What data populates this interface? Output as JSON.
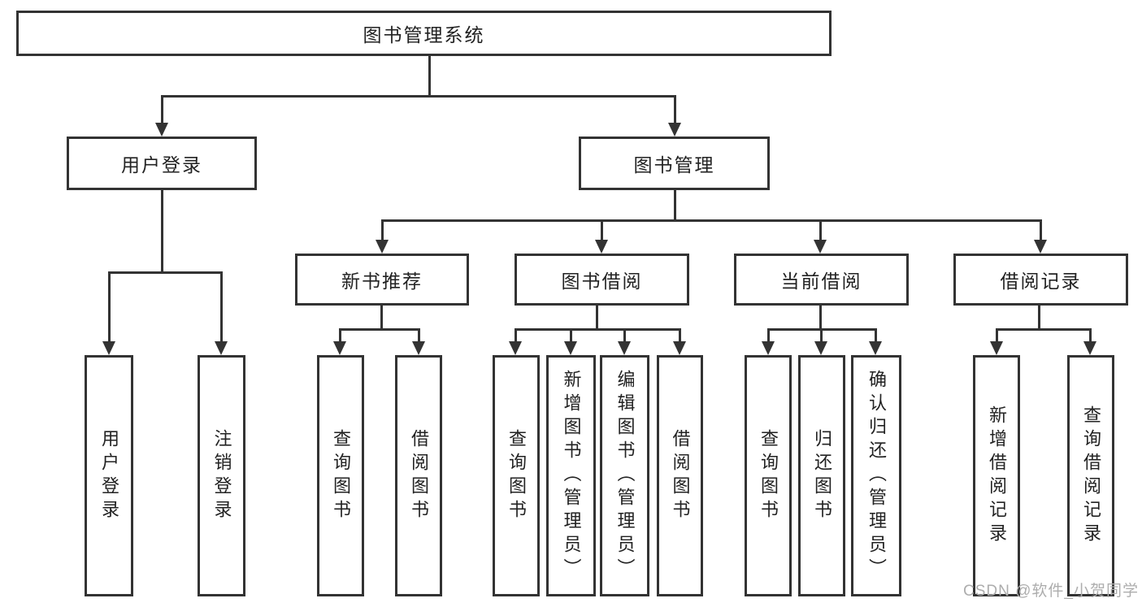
{
  "diagram": {
    "root": {
      "label": "图书管理系统"
    },
    "branches": [
      {
        "label": "用户登录",
        "children": [
          {
            "label": "用户登录"
          },
          {
            "label": "注销登录"
          }
        ]
      },
      {
        "label": "图书管理",
        "children": [
          {
            "label": "新书推荐",
            "children": [
              {
                "label": "查询图书"
              },
              {
                "label": "借阅图书"
              }
            ]
          },
          {
            "label": "图书借阅",
            "children": [
              {
                "label": "查询图书"
              },
              {
                "label": "新增图书（管理员）"
              },
              {
                "label": "编辑图书（管理员）"
              },
              {
                "label": "借阅图书"
              }
            ]
          },
          {
            "label": "当前借阅",
            "children": [
              {
                "label": "查询图书"
              },
              {
                "label": "归还图书"
              },
              {
                "label": "确认归还（管理员）"
              }
            ]
          },
          {
            "label": "借阅记录",
            "children": [
              {
                "label": "新增借阅记录"
              },
              {
                "label": "查询借阅记录"
              }
            ]
          }
        ]
      }
    ],
    "colors": {
      "line": "#333333",
      "text": "#222222",
      "background": "#ffffff",
      "watermark": "#adadad"
    }
  },
  "watermark": {
    "text": "CSDN @软件_小贺同学"
  }
}
